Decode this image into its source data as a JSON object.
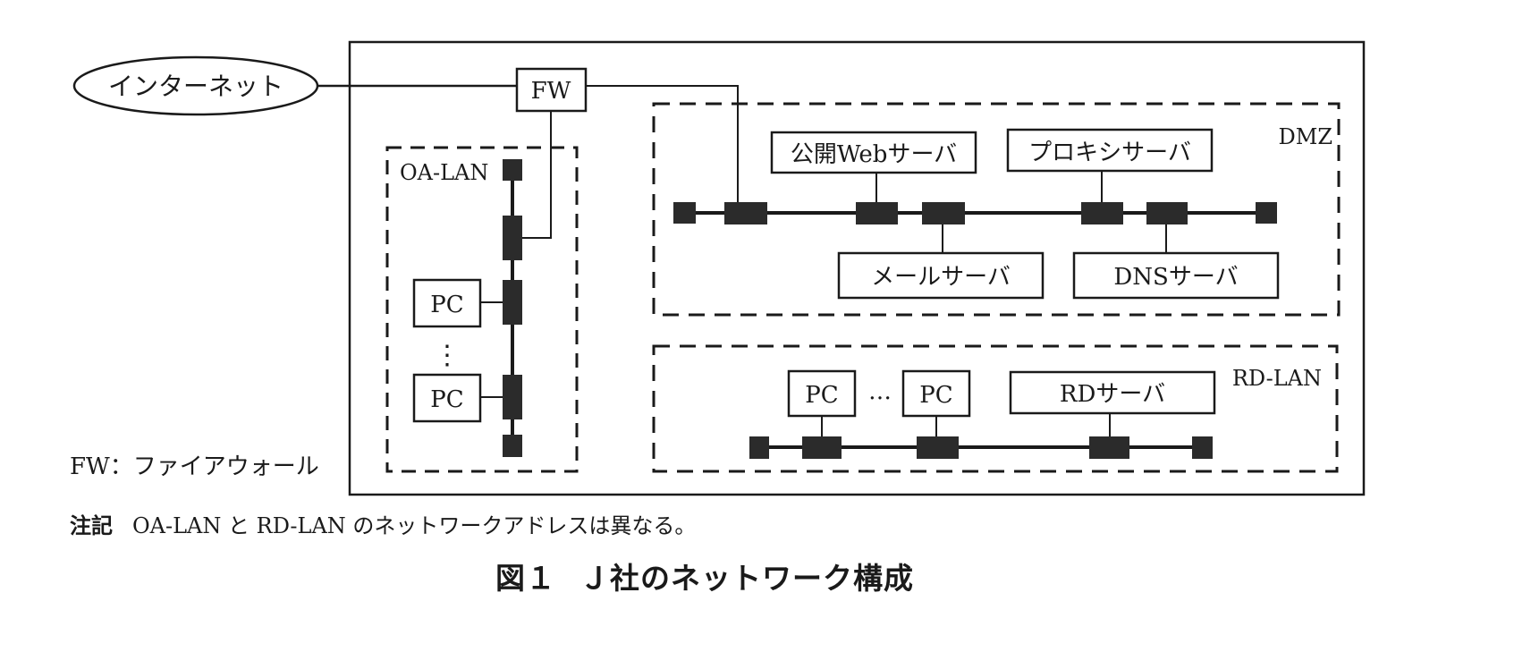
{
  "diagram": {
    "internet_label": "インターネット",
    "firewall_label": "FW",
    "legend_text": "FW：ファイアウォール",
    "zones": {
      "oa_lan": "OA-LAN",
      "dmz": "DMZ",
      "rd_lan": "RD-LAN"
    },
    "oa_lan_nodes": [
      {
        "label": "PC"
      },
      {
        "label": "PC"
      }
    ],
    "oa_lan_ellipsis": "⋮",
    "dmz_servers": [
      {
        "label": "公開Webサーバ",
        "position": "top"
      },
      {
        "label": "プロキシサーバ",
        "position": "top"
      },
      {
        "label": "メールサーバ",
        "position": "bottom"
      },
      {
        "label": "DNSサーバ",
        "position": "bottom"
      }
    ],
    "rd_lan_nodes": [
      {
        "label": "PC"
      },
      {
        "label": "PC"
      },
      {
        "label": "RDサーバ"
      }
    ],
    "rd_lan_ellipsis": "…"
  },
  "note": {
    "tag": "注記",
    "text": "OA-LAN と RD-LAN のネットワークアドレスは異なる。"
  },
  "caption": {
    "number": "図１",
    "title": "Ｊ社のネットワーク構成"
  },
  "colors": {
    "line": "#1a1a1a",
    "node_fill": "#2b2b2b",
    "background": "#ffffff"
  }
}
